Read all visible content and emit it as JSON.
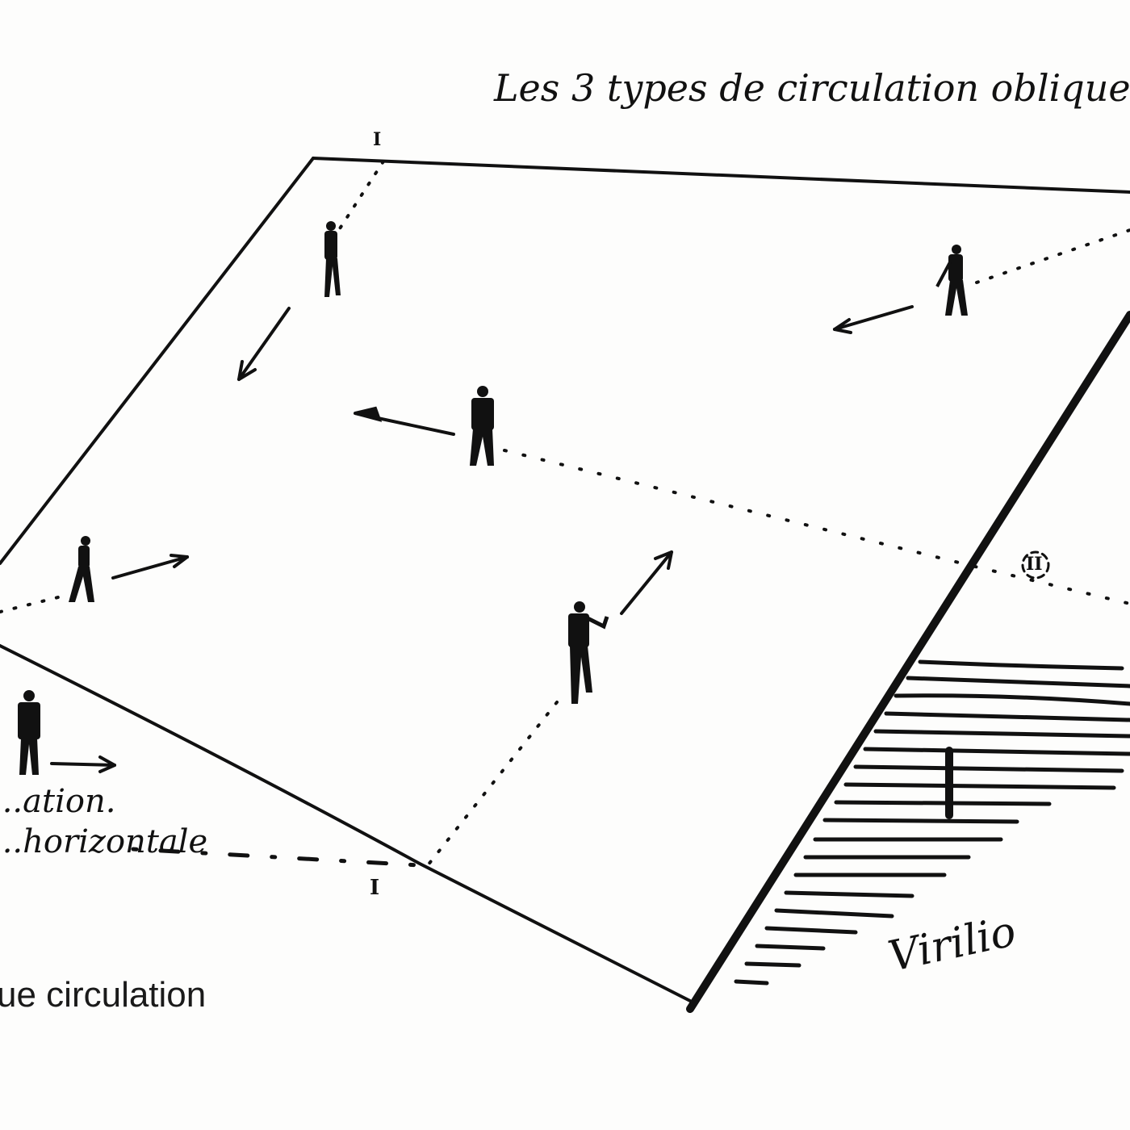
{
  "title_note": "Les 3 types de circulation oblique.",
  "left_note_line1": "...ation.",
  "left_note_line2": "...horizontale",
  "labels": {
    "top": "I",
    "bottom": "I",
    "right": "II"
  },
  "signature": "Virilio",
  "caption": "ue circulation",
  "colors": {
    "ink": "#111111",
    "paper": "#fdfdfc"
  }
}
